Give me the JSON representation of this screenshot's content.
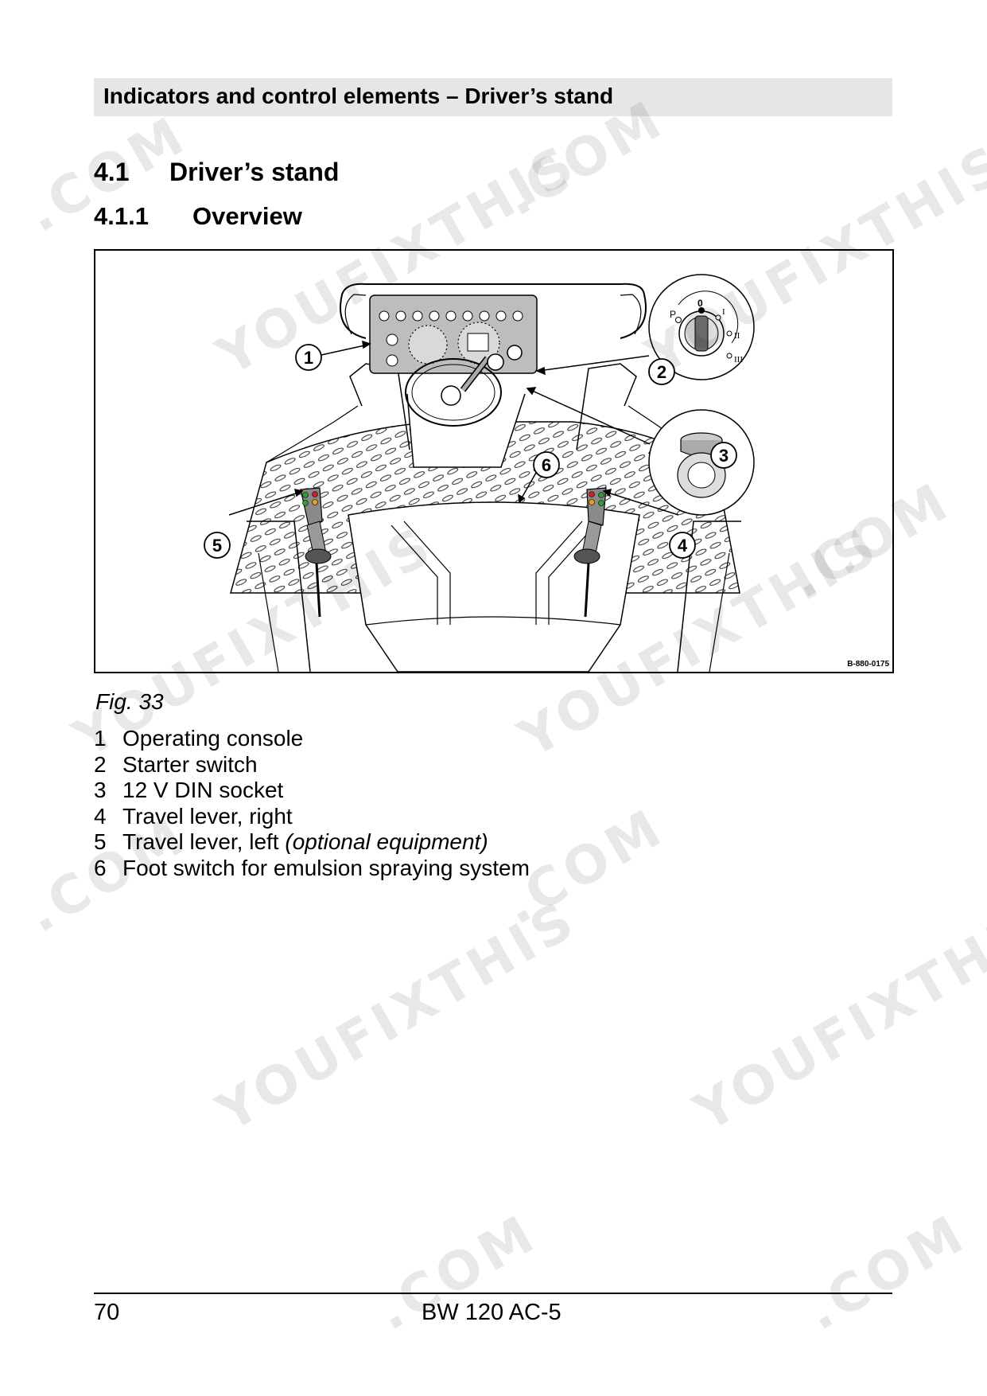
{
  "header": {
    "title": "Indicators and control elements – Driver’s stand"
  },
  "section": {
    "number": "4.1",
    "title": "Driver’s stand"
  },
  "subsection": {
    "number": "4.1.1",
    "title": "Overview"
  },
  "figure": {
    "code": "B-880-0175",
    "caption": "Fig.  33",
    "callouts": [
      "1",
      "2",
      "3",
      "4",
      "5",
      "6"
    ],
    "starter_positions": [
      "P",
      "0",
      "I",
      "II",
      "III"
    ]
  },
  "legend": [
    {
      "num": "1",
      "text": "Operating console",
      "note": ""
    },
    {
      "num": "2",
      "text": "Starter switch",
      "note": ""
    },
    {
      "num": "3",
      "text": "12 V DIN socket",
      "note": ""
    },
    {
      "num": "4",
      "text": "Travel lever, right",
      "note": ""
    },
    {
      "num": "5",
      "text": "Travel lever, left ",
      "note": "(optional equipment)"
    },
    {
      "num": "6",
      "text": "Foot switch for emulsion spraying system",
      "note": ""
    }
  ],
  "footer": {
    "page": "70",
    "model": "BW 120 AC-5"
  },
  "watermark": {
    "top": "YOUFIXTHIS",
    "bottom": ".COM"
  }
}
